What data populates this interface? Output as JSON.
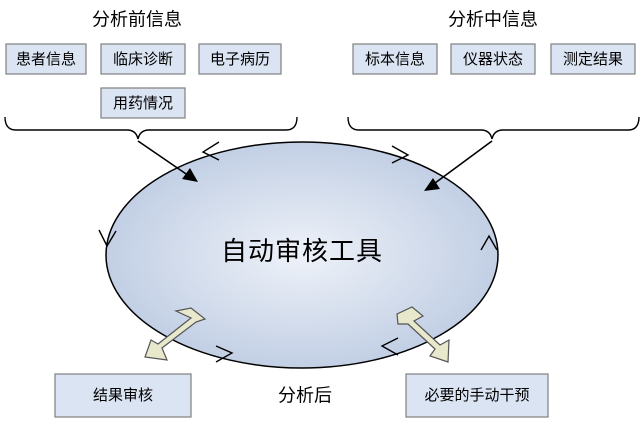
{
  "colors": {
    "box_fill": "#dbe4f2",
    "box_border": "#7f7f7f",
    "ellipse_fill_center": "#eef2f9",
    "ellipse_fill_edge": "#b9c8e0",
    "arrow_fill": "#e8e8cc",
    "arrow_stroke": "#555555"
  },
  "pre_analysis": {
    "title": "分析前信息",
    "items": [
      "患者信息",
      "临床诊断",
      "电子病历",
      "用药情况"
    ]
  },
  "in_analysis": {
    "title": "分析中信息",
    "items": [
      "标本信息",
      "仪器状态",
      "测定结果"
    ]
  },
  "center": {
    "label": "自动审核工具"
  },
  "post_analysis": {
    "title": "分析后",
    "items": [
      "结果审核",
      "必要的手动干预"
    ]
  }
}
